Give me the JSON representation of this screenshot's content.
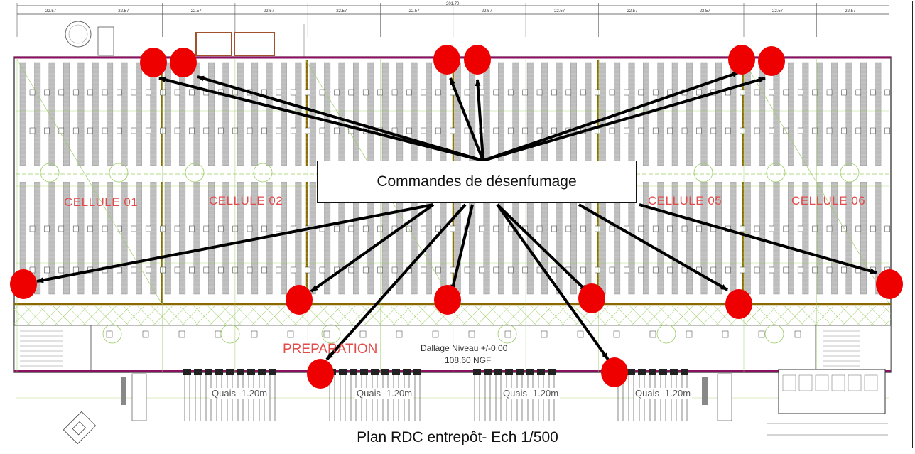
{
  "callout": {
    "text": "Commandes de désenfumage"
  },
  "caption": {
    "text": "Plan RDC entrepôt- Ech 1/500"
  },
  "cells": [
    "CELLULE 01",
    "CELLULE 02",
    "CELLULE 05",
    "CELLULE 06"
  ],
  "preparation": {
    "label": "PREPARATION"
  },
  "dallage": {
    "level": "Dallage Niveau +/-0.00",
    "ngf": "108.60 NGF"
  },
  "quais": [
    "Quais -1.20m",
    "Quais -1.20m",
    "Quais -1.20m",
    "Quais -1.20m"
  ],
  "top_dimension": "201.70",
  "bay_widths": [
    "22.57",
    "22.57",
    "22.57",
    "22.57",
    "22.57",
    "22.57",
    "22.57",
    "22.57",
    "22.57",
    "22.57",
    "22.57",
    "22.57"
  ],
  "colors": {
    "marker": "#ee0000",
    "arrow": "#000000",
    "cell_label": "#e34b4b",
    "rack": "#9a9a9a",
    "hatch": "#9acd64",
    "wall": "#8a1060",
    "firewall": "#8a6a00"
  },
  "icons": [
    "smoke-control-marker",
    "arrow"
  ]
}
